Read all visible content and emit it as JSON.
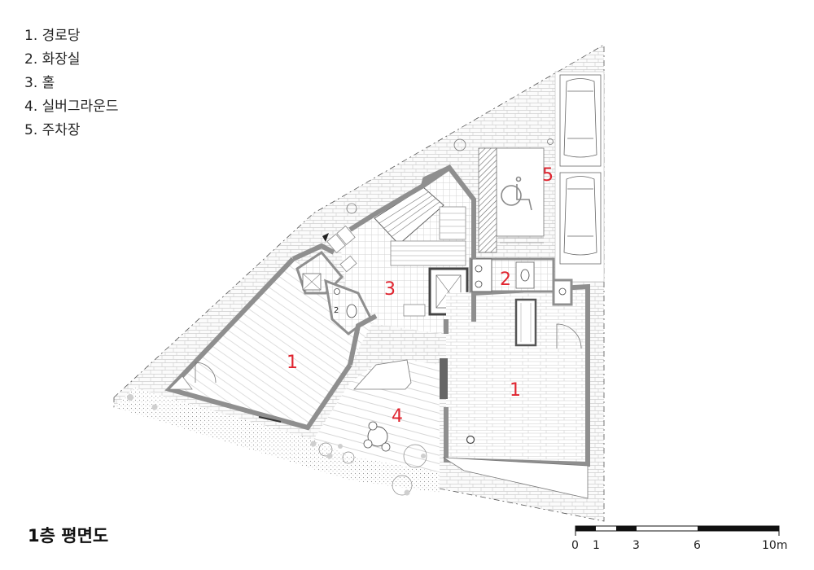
{
  "legend": [
    {
      "num": "1.",
      "name": "경로당"
    },
    {
      "num": "2.",
      "name": "화장실"
    },
    {
      "num": "3.",
      "name": "홀"
    },
    {
      "num": "4.",
      "name": "실버그라운드"
    },
    {
      "num": "5.",
      "name": "주차장"
    }
  ],
  "title": "1층 평면도",
  "rooms": {
    "r1a": "1",
    "r1b": "1",
    "r2a": "2",
    "r2b": "2",
    "r3": "3",
    "r4": "4",
    "r5": "5"
  },
  "scale_bar": {
    "labels": [
      "0",
      "1",
      "3",
      "6",
      "10m"
    ]
  },
  "colors": {
    "room_label": "#e0242f",
    "wall": "#8f8f8f",
    "ink": "#1a1a1a"
  }
}
